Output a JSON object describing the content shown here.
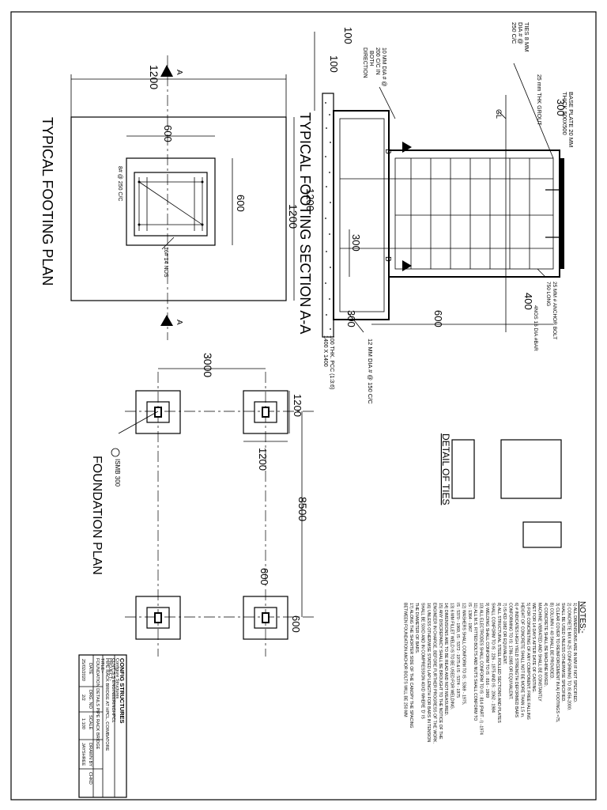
{
  "sheet": {
    "footing_plan_title": "TYPICAL FOOTING PLAN",
    "footing_section_title": "TYPICAL FOOTING SECTION A-A",
    "foundation_plan_title": "FOUNDATION PLAN",
    "detail_of_ties_title": "DETAIL OF TIES",
    "section_marker": "A",
    "section_b_marker": "B"
  },
  "footing_plan": {
    "dim_overall_h": "1200",
    "dim_overall_v": "1200",
    "dim_pedestal_h": "600",
    "dim_pedestal_v": "600",
    "bar_note": "8# @ 250 C/C",
    "pedestal_bar_note": "16# 14 NOS"
  },
  "footing_section": {
    "dim_100a": "100",
    "dim_100b": "100",
    "dim_300": "300",
    "dim_300b": "300",
    "dim_400": "400",
    "dim_600": "600",
    "dim_1200": "1200",
    "gl": "GL",
    "ties_note_1": "TIES 8 MM",
    "ties_note_2": "DIA # @",
    "ties_note_3": "250 C/C",
    "mesh_note_1": "10 MM DIA # @",
    "mesh_note_2": "200 C/C IN",
    "mesh_note_3": "BOTH",
    "mesh_note_4": "DIRECTION",
    "grout_note": "25 mm THK GROUT",
    "base_plate_1": "BASE PLATE 20 MM",
    "base_plate_2": "THICK 500X500",
    "anchor_1": "25 MM # ANCHOR BOLT",
    "anchor_2": "750 LONG",
    "bars_note": "4NOS 16 DIA #BAR",
    "bottom_bar_note": "12 MM DIA # @ 150 C/C",
    "pcc_1": "100 THK. PCC (1:3:6)",
    "pcc_2": "1400 X 1400"
  },
  "foundation_plan": {
    "dim_3000": "3000",
    "dim_8500": "8500",
    "dim_1200a": "1200",
    "dim_1200b": "1200",
    "dim_600a": "600",
    "dim_600b": "600",
    "column_label": "ISMB 300"
  },
  "notes": {
    "heading": "NOTES:-",
    "items": [
      "1)  ALL DIMENSIONS ARE IN MM IF NOT SPECIFIED.",
      "2)  CONCRETE MIX M-25 CONFORMING TO IS:456-2000.",
      "    SHALL BE USED UNLESS OTHERWISE SPECIFIED.",
      "3)  CLEAR COVER TO REINFORCEMENT IN  A) FOOTINGS =75,",
      "    B) COLUMN = 40 SHALL BE PROVIDED.",
      "4)  CONCRETE SHALL BE MACHINE MIXED,",
      "    MACHINE VIBRATED AND SHALL BE CONSTANTLY",
      "    WET FOR 14 DAYS AFTER DATE OF CASTING.",
      "5)  FOR CONCRETING OF ANY COMPONENT, FREE FALLING",
      "    HEIGHT OF CONCRETE SHALL NOT BE MORE THAN 1.5 m.",
      "6)  # INDICATES HIGH YIELD STRENGTH DEFORMED BARS",
      "    CONFORMING TO IS: 1786-1985 OR EQUIVALENT.",
      "7)  IS:432-1982 OR EQUIVALENT.",
      "8)  ALL STRUCTURAL STEEL ROLLED SECTIONS AND PLATES",
      "    SHALL CONFORM TO IS : 226 - 1975 AND IS : 2062 - 1984",
      "9)  WELDING SHALL CONFORM TO IS : 816 - 1969",
      "10) ALL ELECTRODES SHALL CONFORM TO IS : 814 (PART - I) -1974",
      "11) ALL M.S. FITTED BOLTS AND NUTS SHALL CONFORM TO",
      "    IS : 1364 - 1967",
      "12) WASHERS SHALL CONFORM TO IS : 5369 - 1975,",
      "    IS : 5370 - 1969, IS : 5372 - 1975 & IS : 5374 - 1975",
      "13) 6 MM FILLET WELD IS TO BE USED FOR WELDING.",
      "14) DIMENSIONS ARE TO BE READ AND NOT MEASURED.",
      "15) ANY DISCREPANCY SHALL BE BROUGHT TO THE NOTICE OF THE",
      "    ENGINEER IN CHARGE, BEFORE FURTHER PROGRESS OF THE WORK.",
      "16) UNLESS OTHERWISE STATED LAP LENGTH FOR BARS IN TENSION",
      "    SHALL BE 50XD AND IN COMPRESSION 40XD WHERE 'D' IS",
      "    THE DIAMETER OF BARS.",
      "17) ALONG THE SHORTER SIDE OF THE CANOPY THE SPACING",
      "    BETWEEN FOUNDATION ANCHOR BOLTS WILL BE 250 MM"
    ]
  },
  "title_block": {
    "company": "CONFIG STRUCTURES",
    "company_sub_1": "Configure Structures",
    "company_sub_2": "Coimbatore",
    "company_sub_3": "www.config.com",
    "client": "CLNT.:S S ENGINEERINGHPCL",
    "project_label": "PROJECT:-",
    "project": "PIPE RACK BRIDGE AT HPCL, COIMBATORE",
    "title_label": "TITLE:-",
    "title": "FOUNDATION DETAILS PIPE RACK BRIDGE",
    "headers": [
      "DATE",
      "DRG. NO",
      "SCALE",
      "DRAWN BY",
      "CHKD"
    ],
    "values": [
      "25/02/2020",
      "2/2",
      "1:100",
      "JAYSHREE",
      ""
    ]
  }
}
